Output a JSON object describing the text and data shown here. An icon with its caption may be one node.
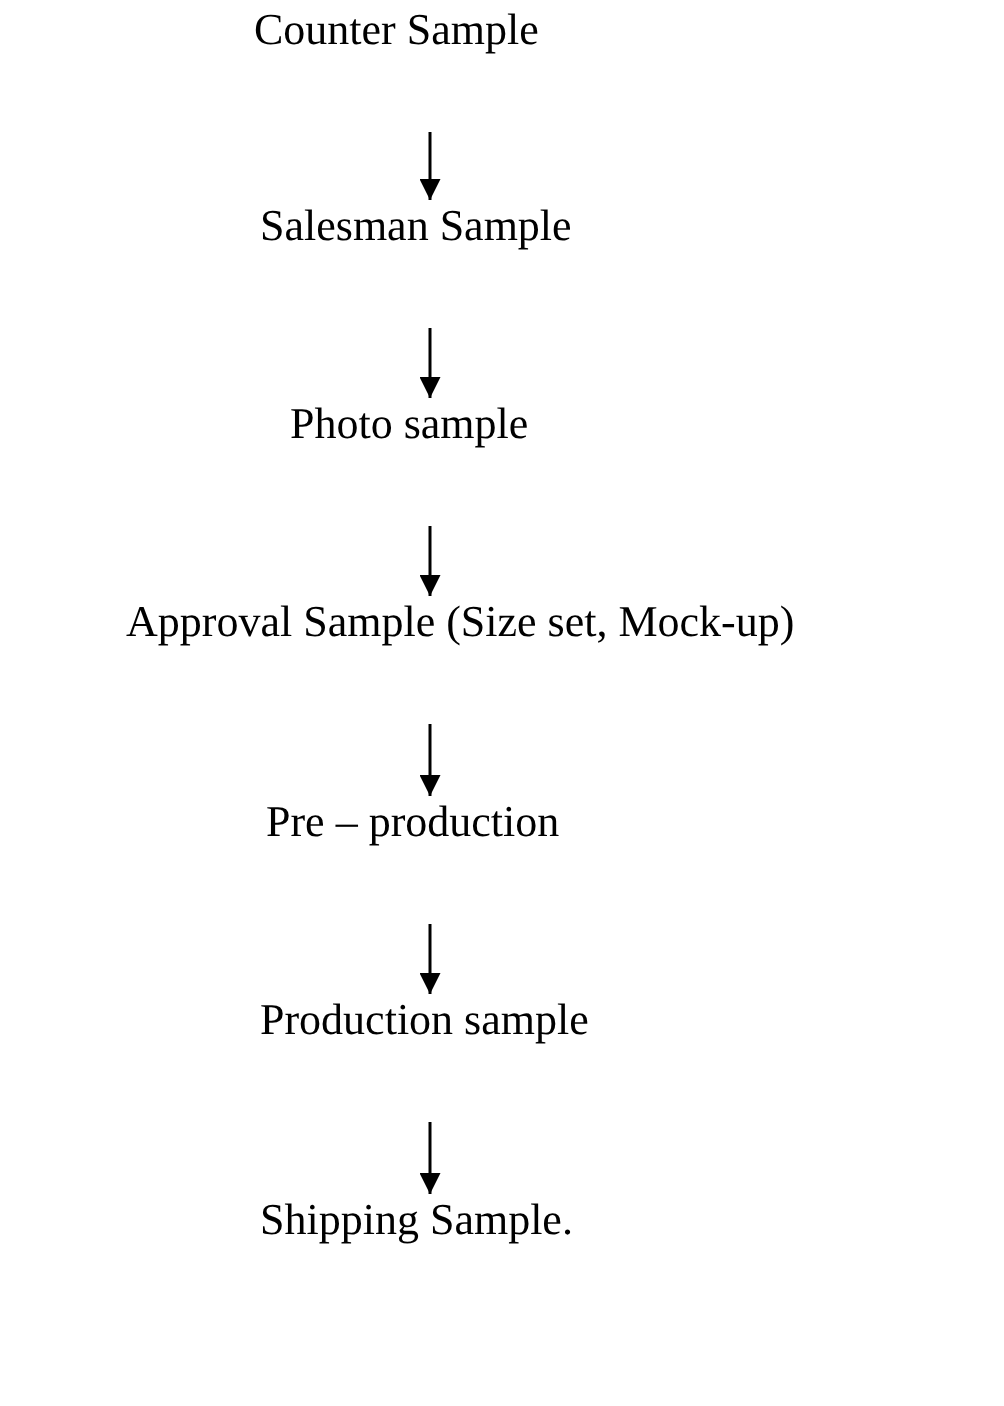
{
  "diagram": {
    "nodes": [
      {
        "text": [
          "Counter Sample"
        ]
      },
      {
        "text": [
          "Salesman Sample"
        ]
      },
      {
        "text": [
          "Photo sample"
        ]
      },
      {
        "text": [
          "Approval Sample (Size set, Mock-up)"
        ]
      },
      {
        "text": [
          "Pre – production"
        ]
      },
      {
        "text": [
          "Production sample"
        ]
      },
      {
        "text": [
          "Shipping Sample."
        ]
      }
    ],
    "edges": [
      {
        "from": 0,
        "to": 1,
        "arrow": "to"
      },
      {
        "from": 1,
        "to": 2,
        "arrow": "to"
      },
      {
        "from": 2,
        "to": 3,
        "arrow": "to"
      },
      {
        "from": 3,
        "to": 4,
        "arrow": "to"
      },
      {
        "from": 4,
        "to": 5,
        "arrow": "to"
      },
      {
        "from": 5,
        "to": 6,
        "arrow": "to"
      }
    ]
  }
}
